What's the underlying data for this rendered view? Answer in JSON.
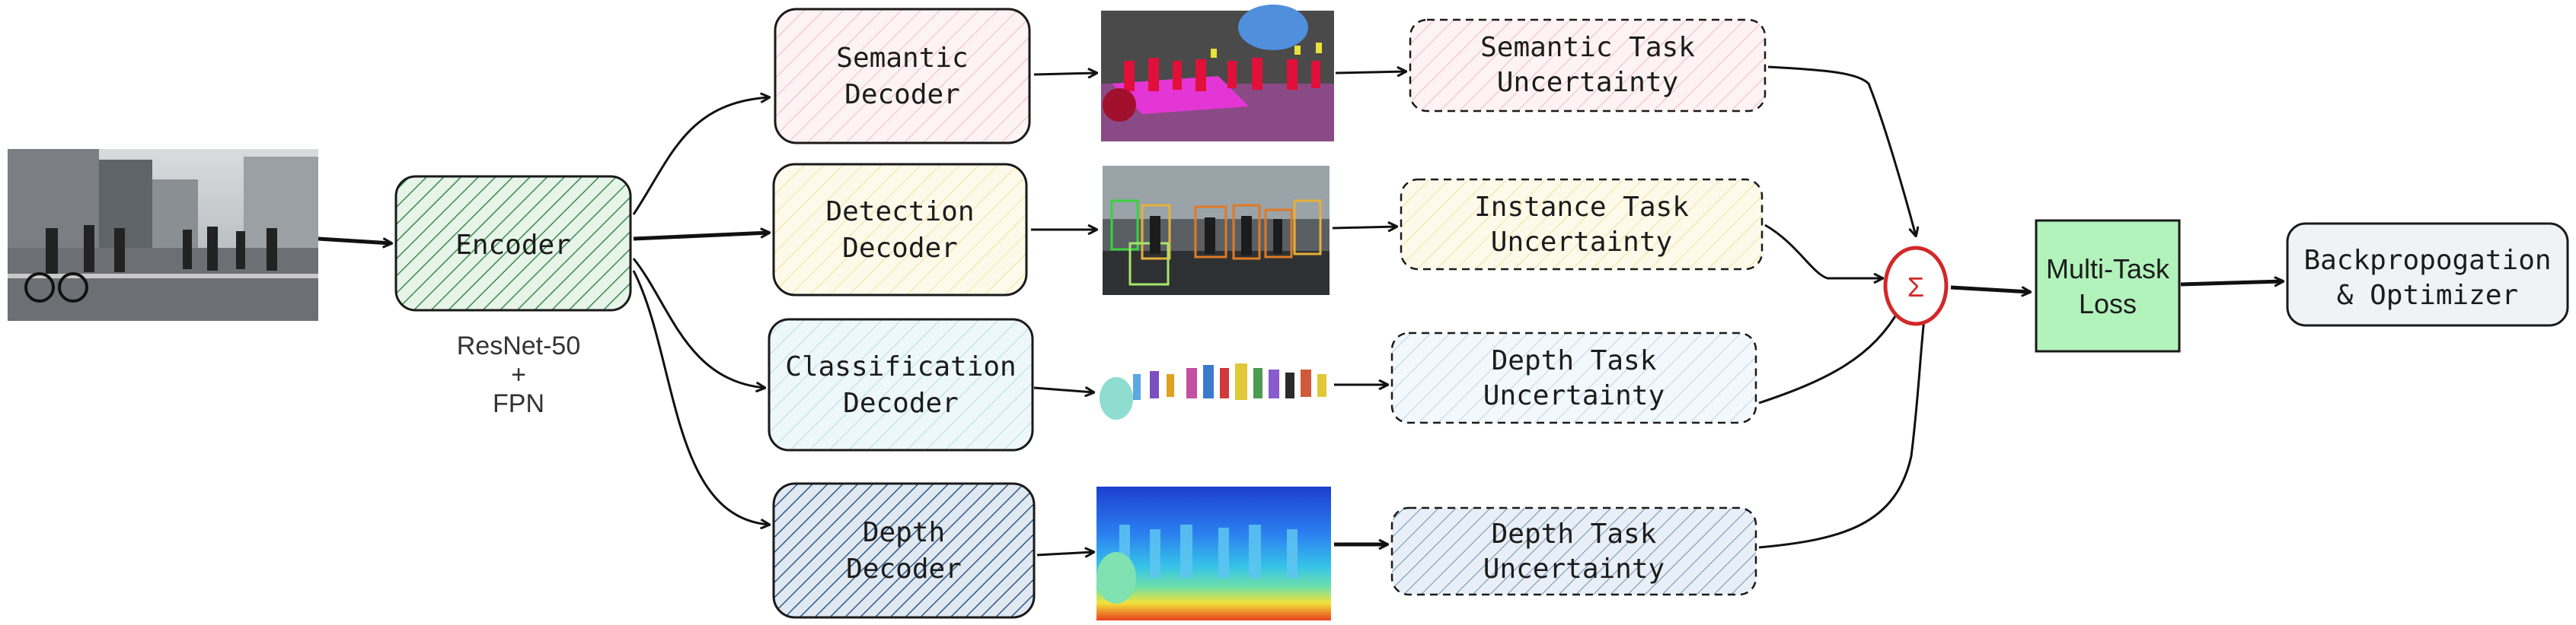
{
  "encoder": {
    "label": "Encoder",
    "backbone_lines": [
      "ResNet-50",
      "+",
      "FPN"
    ]
  },
  "decoders": [
    {
      "id": "semantic",
      "lines": [
        "Semantic",
        "Decoder"
      ],
      "fill": "#fbe9ec",
      "stroke": "#1a1a1a"
    },
    {
      "id": "detection",
      "lines": [
        "Detection",
        "Decoder"
      ],
      "fill": "#fdf7e2",
      "stroke": "#1a1a1a"
    },
    {
      "id": "classification",
      "lines": [
        "Classification",
        "Decoder"
      ],
      "fill": "#e8f5f7",
      "stroke": "#1a1a1a"
    },
    {
      "id": "depth",
      "lines": [
        "Depth",
        "Decoder"
      ],
      "fill": "#d9e3ef",
      "stroke": "#1a1a1a"
    }
  ],
  "uncertainties": [
    {
      "id": "semantic",
      "lines": [
        "Semantic Task",
        "Uncertainty"
      ],
      "fill": "#fdf0f2"
    },
    {
      "id": "instance",
      "lines": [
        "Instance Task",
        "Uncertainty"
      ],
      "fill": "#fdf8e6"
    },
    {
      "id": "depth-1",
      "lines": [
        "Depth Task",
        "Uncertainty"
      ],
      "fill": "#edf4fa"
    },
    {
      "id": "depth-2",
      "lines": [
        "Depth Task",
        "Uncertainty"
      ],
      "fill": "#dfe8f3"
    }
  ],
  "sum": {
    "symbol": "Σ",
    "color": "#d22828"
  },
  "loss": {
    "lines": [
      "Multi-Task",
      "Loss"
    ],
    "fill": "#b2f2bb"
  },
  "optimizer": {
    "lines": [
      "Backpropogation",
      "& Optimizer"
    ],
    "fill": "#f1f2f3"
  },
  "colors": {
    "encoder_fill": "#e4f3e7",
    "encoder_hatch": "#4f9a5c"
  }
}
